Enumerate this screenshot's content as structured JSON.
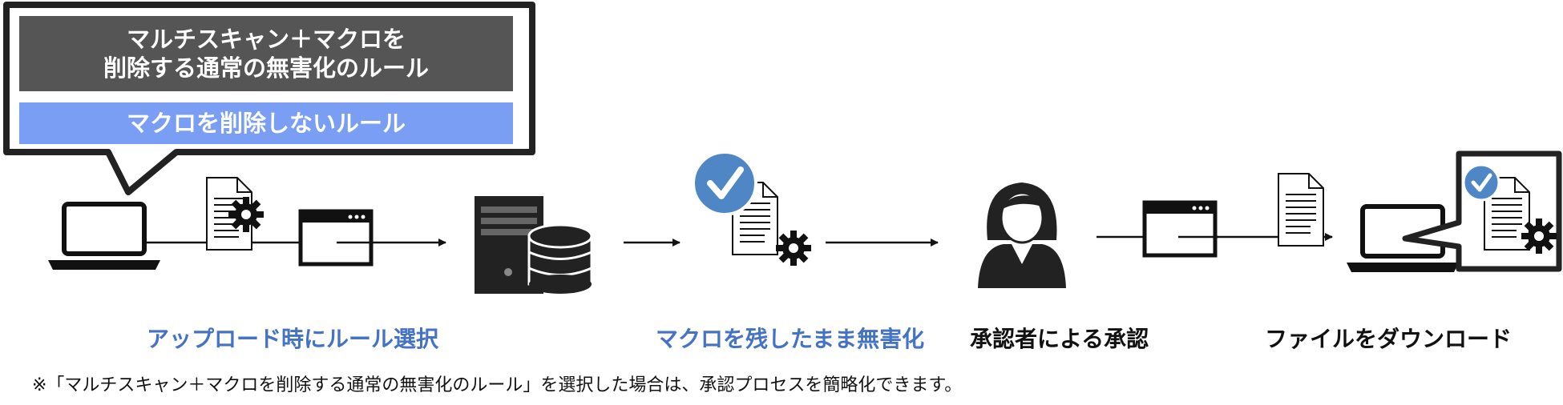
{
  "callout": {
    "rule_default": {
      "line1": "マルチスキャン＋マクロを",
      "line2": "削除する通常の無害化のルール"
    },
    "rule_keep_macro": "マクロを削除しないルール"
  },
  "steps": [
    {
      "label": "アップロード時にルール選択",
      "color": "#4472c4"
    },
    {
      "label": "マクロを残したまま無害化",
      "color": "#4472c4"
    },
    {
      "label": "承認者による承認",
      "color": "#111111"
    },
    {
      "label": "ファイルをダウンロード",
      "color": "#111111"
    }
  ],
  "footnote": "※「マルチスキャン＋マクロを削除する通常の無害化のルール」を選択した場合は、承認プロセスを簡略化できます。",
  "colors": {
    "accent": "#4472c4",
    "rule_dark": "#555555",
    "rule_light": "#799ef4",
    "check": "#4f86c6",
    "icon": "#222222"
  },
  "icons": [
    "laptop-icon",
    "document-gear-icon",
    "browser-window-icon",
    "server-icon",
    "database-icon",
    "check-badge-icon",
    "user-icon",
    "document-icon"
  ]
}
